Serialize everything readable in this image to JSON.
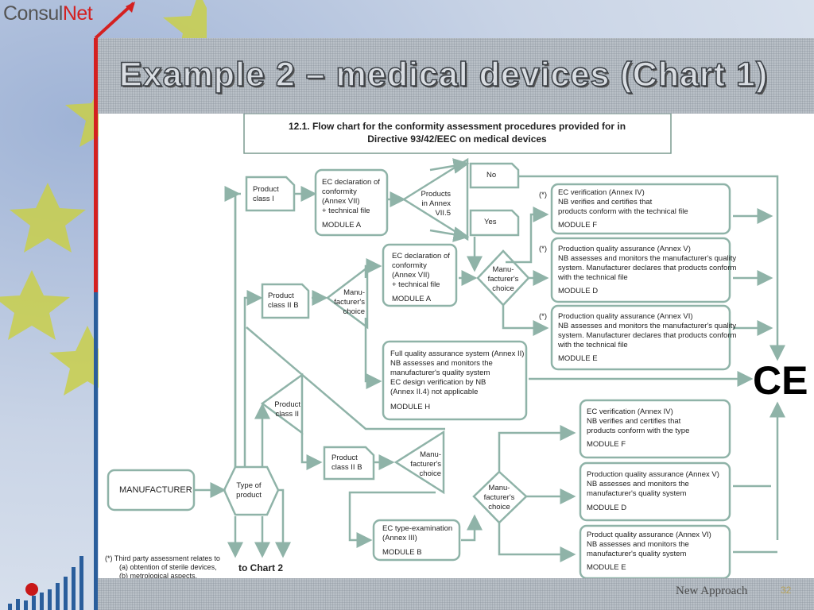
{
  "logo": {
    "part1": "Consul",
    "part2": "Net"
  },
  "slide": {
    "title": "Example 2 – medical devices (Chart 1)",
    "footer": "New Approach",
    "page": "32"
  },
  "chart": {
    "header_line1": "12.1. Flow chart for the conformity assessment procedures provided for in",
    "header_line2": "Directive 93/42/EEC on medical devices",
    "manufacturer": "MANUFACTURER",
    "type_of_product": [
      "Type of",
      "product"
    ],
    "product_class_I": [
      "Product",
      "class I"
    ],
    "product_class_IIb_top": [
      "Product",
      "class II B"
    ],
    "product_class_II": [
      "Product",
      "class II"
    ],
    "product_class_IIb_bottom": [
      "Product",
      "class II B"
    ],
    "ec_decl_top": [
      "EC declaration of",
      "conformity",
      "(Annex VII)",
      "+ technical file",
      "MODULE A"
    ],
    "ec_decl_mid": [
      "EC declaration of",
      "conformity",
      "(Annex VII)",
      "+ technical file",
      "MODULE A"
    ],
    "products_annex": [
      "Products",
      "in Annex",
      "VII.5"
    ],
    "no_label": "No",
    "yes_label": "Yes",
    "manu_choice": [
      "Manu-",
      "facturer's",
      "choice"
    ],
    "ec_verif_f_top": [
      "EC verification (Annex IV)",
      "NB verifies and certifies that",
      "products conform with the technical file",
      "MODULE F"
    ],
    "prod_qa_d_top": [
      "Production quality assurance (Annex V)",
      "NB assesses and monitors the manufacturer's quality",
      "system. Manufacturer declares that products conform",
      "with the technical file",
      "MODULE D"
    ],
    "prod_qa_e_top": [
      "Production quality assurance (Annex VI)",
      "NB assesses and monitors the manufacturer's quality",
      "system. Manufacturer declares that products conform",
      "with the technical file",
      "MODULE E"
    ],
    "full_qa_h": [
      "Full quality assurance system (Annex II)",
      "NB assesses and monitors the",
      "manufacturer's quality system",
      "EC design verification by NB",
      "(Annex II.4) not applicable",
      "MODULE H"
    ],
    "ec_verif_f_bot": [
      "EC verification (Annex IV)",
      "NB verifies and certifies that",
      "products conform with the type",
      "MODULE F"
    ],
    "prod_qa_d_bot": [
      "Production quality assurance (Annex V)",
      "NB assesses and monitors the",
      "manufacturer's quality system",
      "MODULE D"
    ],
    "prod_qa_e_bot": [
      "Product quality assurance (Annex VI)",
      "NB assesses and monitors the",
      "manufacturer's quality system",
      "MODULE E"
    ],
    "ec_type_b": [
      "EC type-examination",
      "(Annex III)",
      "MODULE B"
    ],
    "asterisk": "(*)",
    "footnote": [
      "(*)  Third party assessment relates to",
      "(a) obtention of sterile devices,",
      "(b) metrological aspects."
    ],
    "to_chart2": "to Chart 2",
    "ce_mark": "CE"
  }
}
